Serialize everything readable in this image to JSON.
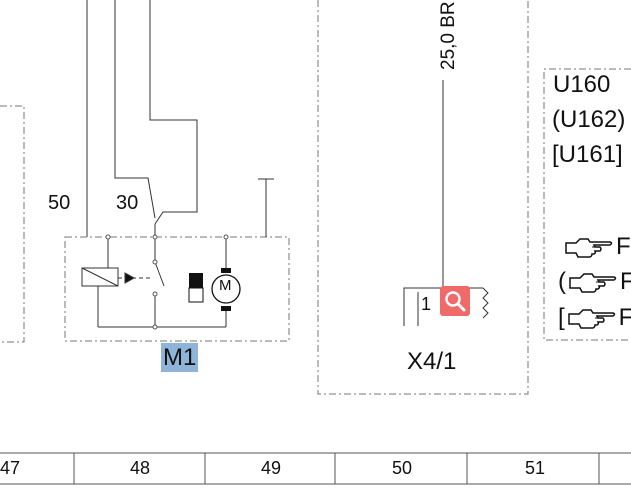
{
  "component_labels": {
    "motor_block": "M1",
    "connector": "X4/1"
  },
  "terminal_labels": {
    "t50": "50",
    "t30": "30",
    "pin": "1"
  },
  "wire_label": "25,0 BR",
  "cross_ref": {
    "lines": [
      "U160",
      "(U162)",
      "[U161]"
    ],
    "pointer_rows": [
      {
        "prefix": "",
        "letter": "F"
      },
      {
        "prefix": "(",
        "letter": "F"
      },
      {
        "prefix": "[",
        "letter": "F"
      }
    ]
  },
  "motor_symbol": "M",
  "ruler": {
    "columns": [
      "47",
      "48",
      "49",
      "50",
      "51"
    ]
  },
  "icons": {
    "zoom": "magnifier-icon",
    "pointer": "pointing-hand-icon"
  },
  "colors": {
    "highlight": "#8fb4d9",
    "zoom_button": "#f06a6a"
  }
}
